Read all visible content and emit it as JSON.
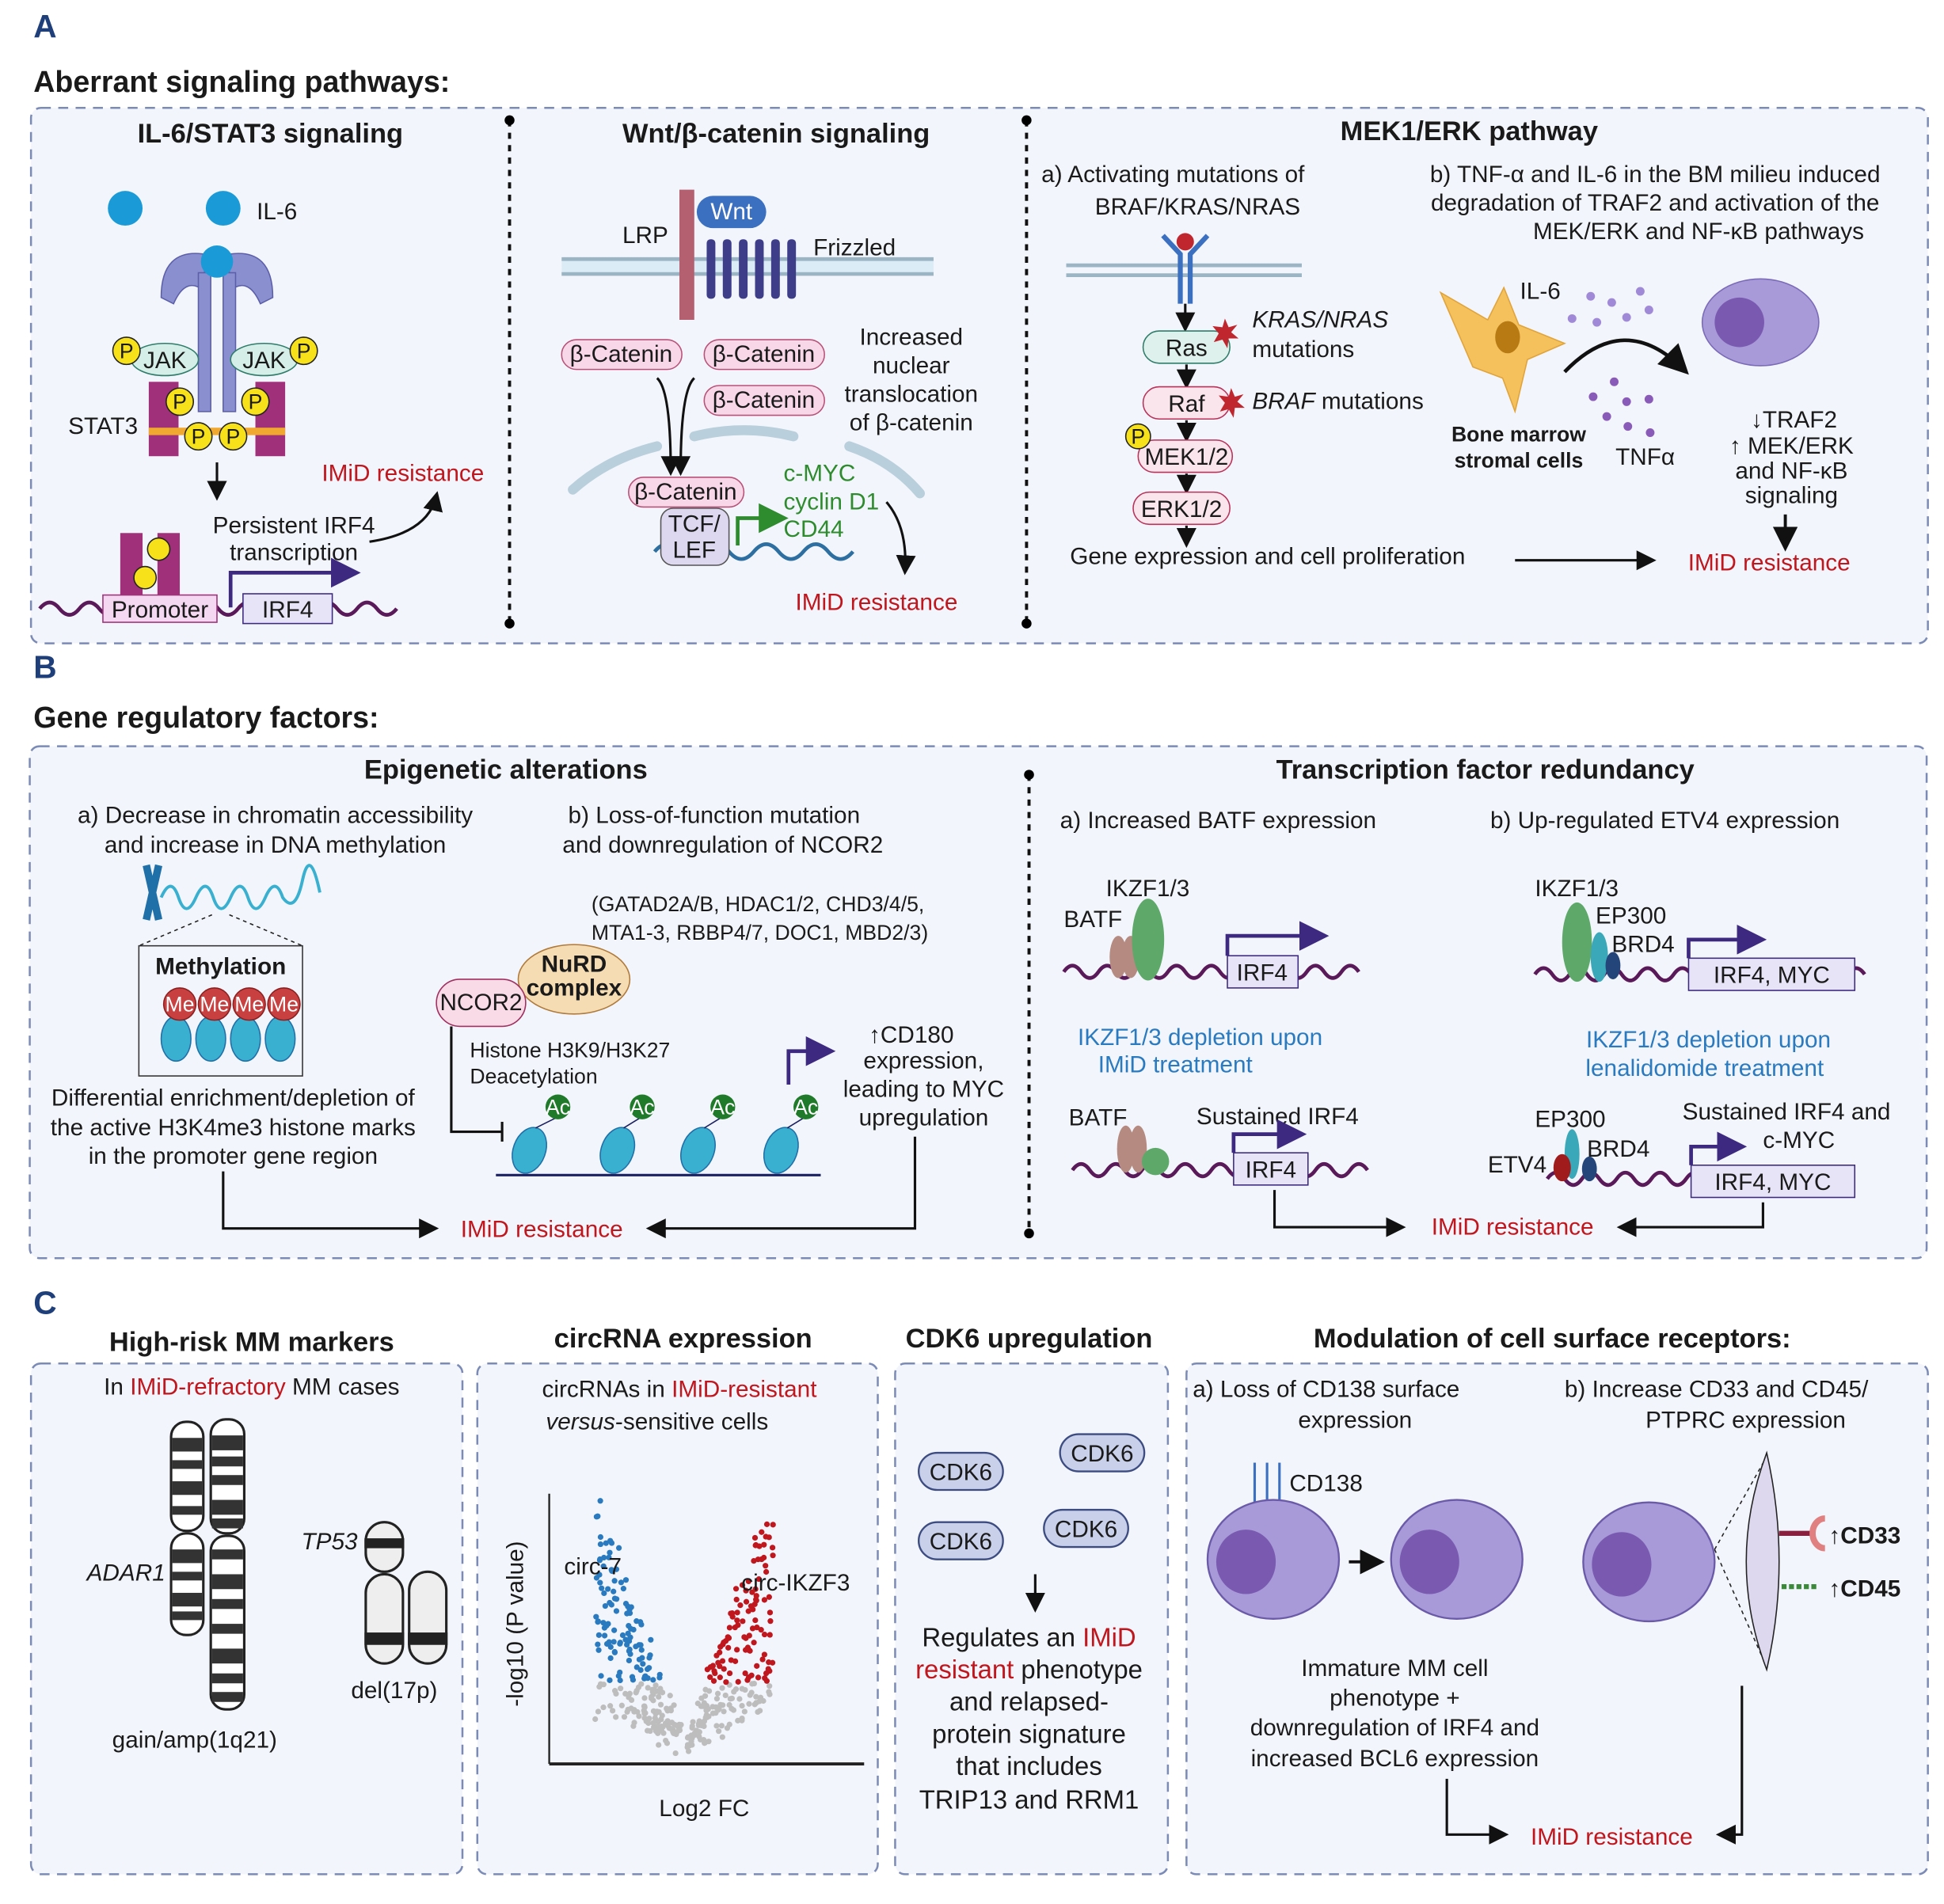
{
  "colors": {
    "accent_red": "#c0161d",
    "accent_blue": "#2a7ac0",
    "panel_bg": "#f2f5fb",
    "panel_border": "#7b8bb5",
    "panel_label": "#1f3f7a",
    "green_genes": "#2e8b2e"
  },
  "panel_labels": {
    "a": "A",
    "b": "B",
    "c": "C"
  },
  "a": {
    "heading": "Aberrant signaling pathways:",
    "il6": {
      "title": "IL-6/STAT3 signaling",
      "il6_label": "IL-6",
      "jak": "JAK",
      "p": "P",
      "stat3": "STAT3",
      "imid": "IMiD resistance",
      "persistent": [
        "Persistent IRF4",
        "transcription"
      ],
      "promoter": "Promoter",
      "irf4": "IRF4"
    },
    "wnt": {
      "title": "Wnt/β-catenin signaling",
      "lrp": "LRP",
      "wnt": "Wnt",
      "frizzled": "Frizzled",
      "catenin": "β-Catenin",
      "translocation": [
        "Increased",
        "nuclear",
        "translocation",
        "of β-catenin"
      ],
      "tcf": [
        "TCF/",
        "LEF"
      ],
      "genes": [
        "c-MYC",
        "cyclin D1",
        "CD44"
      ],
      "imid": "IMiD resistance"
    },
    "mek": {
      "title": "MEK1/ERK pathway",
      "a_text": [
        "a) Activating mutations of",
        "BRAF/KRAS/NRAS"
      ],
      "b_text": [
        "b) TNF-α and IL-6 in the BM milieu induced",
        "degradation of TRAF2 and activation of the",
        "MEK/ERK and NF-κB pathways"
      ],
      "ras": "Ras",
      "raf": "Raf",
      "mek": "MEK1/2",
      "erk": "ERK1/2",
      "p": "P",
      "kras": "KRAS/NRAS",
      "kras_mut": "mutations",
      "braf": "BRAF",
      "braf_mut": " mutations",
      "gene_expr": "Gene expression and cell proliferation",
      "il6": "IL-6",
      "stromal": [
        "Bone marrow",
        "stromal cells"
      ],
      "tnf": "TNFα",
      "effects": [
        "↓TRAF2",
        "↑ MEK/ERK",
        "and NF-κB",
        "signaling"
      ],
      "imid": "IMiD resistance"
    }
  },
  "b": {
    "heading": "Gene regulatory factors:",
    "epi": {
      "title": "Epigenetic alterations",
      "a_text": [
        "a) Decrease in chromatin accessibility",
        "and increase in DNA methylation"
      ],
      "b_text": [
        "b) Loss-of-function mutation",
        "and downregulation of NCOR2"
      ],
      "methylation": "Methylation",
      "me": "Me",
      "differential": [
        "Differential enrichment/depletion of",
        "the active H3K4me3 histone marks",
        "in the promoter gene region"
      ],
      "nurd_members": [
        "(GATAD2A/B, HDAC1/2, CHD3/4/5,",
        "MTA1-3, RBBP4/7, DOC1, MBD2/3)"
      ],
      "nurd": [
        "NuRD",
        "complex"
      ],
      "ncor2": "NCOR2",
      "deacetylation": [
        "Histone H3K9/H3K27",
        "Deacetylation"
      ],
      "ac": "Ac",
      "cd180": [
        "↑CD180",
        "expression,",
        "leading to MYC",
        "upregulation"
      ],
      "imid": "IMiD resistance"
    },
    "tf": {
      "title": "Transcription factor redundancy",
      "a_text": "a) Increased BATF expression",
      "b_text": "b) Up-regulated ETV4 expression",
      "ikzf": "IKZF1/3",
      "batf": "BATF",
      "irf4": "IRF4",
      "ep300": "EP300",
      "brd4": "BRD4",
      "etv4": "ETV4",
      "irf4_myc": "IRF4, MYC",
      "depletion_a": [
        "IKZF1/3 depletion upon",
        "IMiD treatment"
      ],
      "depletion_b": [
        "IKZF1/3 depletion upon",
        "lenalidomide treatment"
      ],
      "sustained_a": "Sustained IRF4",
      "sustained_b": [
        "Sustained IRF4 and",
        "c-MYC"
      ],
      "imid": "IMiD resistance"
    }
  },
  "c": {
    "highrisk": {
      "title": "High-risk MM markers",
      "subtitle_pre": "In ",
      "subtitle_red": "IMiD-refractory",
      "subtitle_post": " MM cases",
      "adar1": "ADAR1",
      "tp53": "TP53",
      "gain": "gain/amp(1q21)",
      "del": "del(17p)"
    },
    "circ": {
      "title": "circRNA  expression",
      "line1_pre": "circRNAs in ",
      "line1_red": "IMiD-resistant",
      "line2_it": "versus",
      "line2_post": "-sensitive cells",
      "ylabel": "-log10 (P value)",
      "xlabel": "Log2 FC",
      "label_down": "circ-7",
      "label_up": "circ-IKZF3",
      "colors": {
        "down": "#2a7ac0",
        "up": "#c0161d",
        "ns": "#bdbdbd"
      }
    },
    "cdk6": {
      "title": "CDK6 upregulation",
      "pill": "CDK6",
      "l1_pre": "Regulates an ",
      "l1_red": "IMiD",
      "l2_red": "resistant",
      "l2_post": " phenotype",
      "lines": [
        "and relapsed-",
        "protein signature",
        "that includes",
        "TRIP13 and RRM1"
      ]
    },
    "surface": {
      "title": "Modulation of cell surface receptors:",
      "a_text": [
        "a) Loss of CD138 surface",
        "expression"
      ],
      "b_text": [
        "b) Increase CD33 and CD45/",
        "PTPRC expression"
      ],
      "cd138": "CD138",
      "cd33": "↑CD33",
      "cd45": "↑CD45",
      "immature": [
        "Immature MM cell",
        "phenotype +",
        "downregulation of IRF4 and",
        "increased BCL6 expression"
      ],
      "imid": "IMiD resistance"
    }
  }
}
